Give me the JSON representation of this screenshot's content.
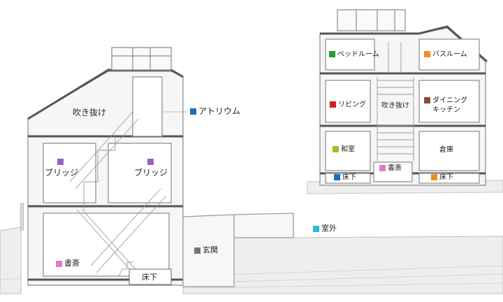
{
  "colors": {
    "green": "#2a9d2a",
    "orange": "#f08c1a",
    "red": "#cc2222",
    "brown": "#8b4a3a",
    "olive": "#b5b52a",
    "pink": "#e07ac8",
    "blue": "#1e6fb5",
    "purple": "#9a5ec2",
    "gray": "#777777",
    "cyan": "#2bbbd6"
  },
  "left_section": {
    "atrium": "吹き抜け",
    "atrium_callout": "アトリウム",
    "bridge_left": "ブリッジ",
    "bridge_right": "ブリッジ",
    "study": "書斎",
    "floor_under": "床下",
    "entrance": "玄関",
    "outside": "室外"
  },
  "right_section": {
    "bedroom": "ベッドルーム",
    "bathroom": "バスルーム",
    "living": "リビング",
    "atrium": "吹き抜け",
    "dining_1": "ダイニング",
    "dining_2": "キッチン",
    "japanese_room": "和室",
    "storage": "倉庫",
    "floor_under_left": "床下",
    "study": "書斎",
    "floor_under_right": "床下"
  }
}
